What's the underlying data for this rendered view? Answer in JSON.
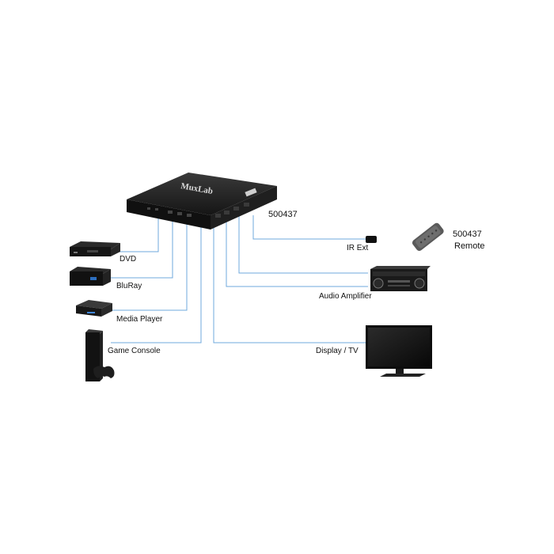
{
  "switcher": {
    "brand": "MuxLab",
    "model": "500437"
  },
  "remote": {
    "model": "500437",
    "caption": "Remote"
  },
  "sources": [
    {
      "label": "DVD"
    },
    {
      "label": "BluRay"
    },
    {
      "label": "Media Player"
    },
    {
      "label": "Game Console"
    }
  ],
  "outputs": [
    {
      "label": "IR Ext"
    },
    {
      "label": "Audio Amplifier"
    },
    {
      "label": "Display / TV"
    }
  ],
  "colors": {
    "cable": "#6fa8dc",
    "device": "#1c1c1c"
  }
}
